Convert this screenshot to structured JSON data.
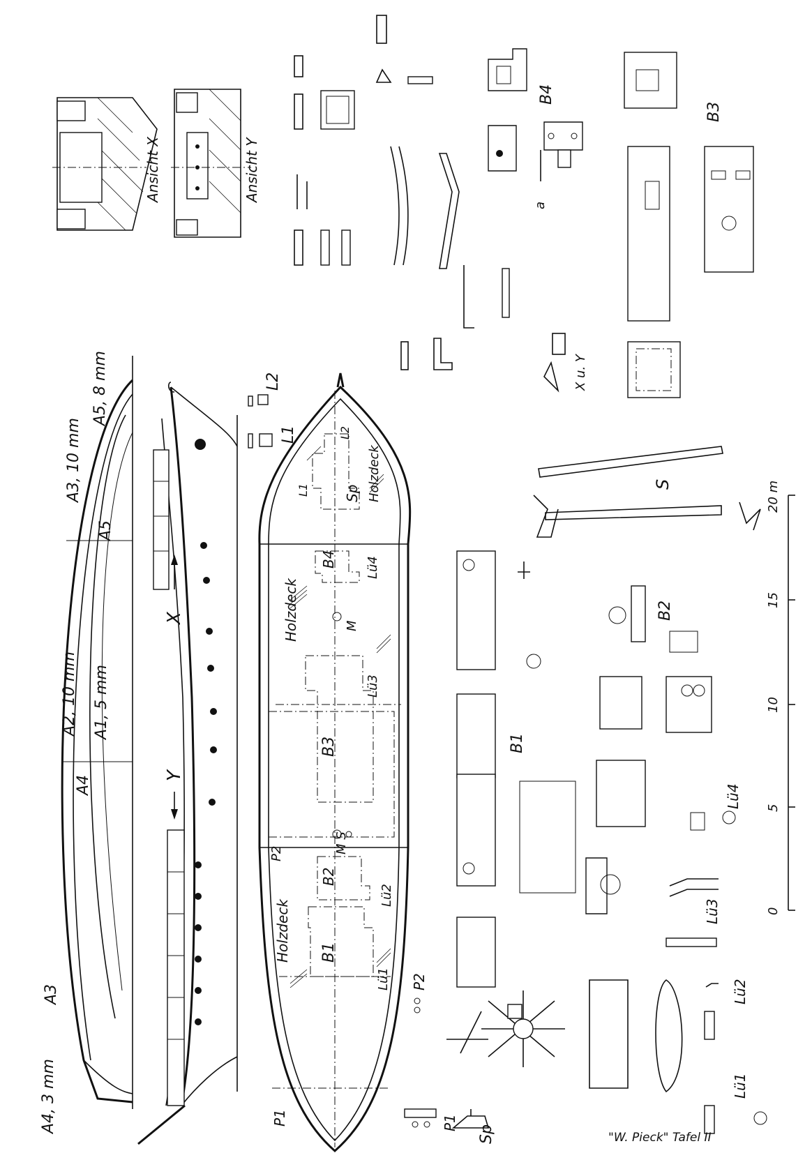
{
  "hull_labels": {
    "a4_3mm": "A4, 3 mm",
    "a3_bottom": "A3",
    "a4": "A4",
    "a2_10mm": "A2, 10 mm",
    "a1_5mm": "A1, 5 mm",
    "a5": "A5",
    "a3_10mm": "A3, 10 mm",
    "a5_8mm": "A5, 8 mm"
  },
  "side_view": {
    "y_arrow": "Y",
    "x_arrow": "X"
  },
  "deck_plan": {
    "p1": "P1",
    "b1": "B1",
    "lu1": "Lü1",
    "holzdeck_1": "Holzdeck",
    "p2": "P2",
    "b2": "B2",
    "lu2": "Lü2",
    "ms": "M S",
    "b3": "B3",
    "lu3": "Lü3",
    "holzdeck_2": "Holzdeck",
    "m": "M",
    "b4": "B4",
    "lu4": "Lü4",
    "sp": "Sp",
    "holzdeck_3": "Holzdeck",
    "l1": "L1",
    "l2": "L2"
  },
  "lights": {
    "l1": "L1",
    "l2": "L2"
  },
  "sections": {
    "ansicht_x": "Ansicht X",
    "ansicht_y": "Ansicht Y"
  },
  "details": {
    "xuy": "X u. Y",
    "a_small": "a",
    "b4": "B4",
    "b3": "B3",
    "s": "S",
    "b2": "B2",
    "b1": "B1",
    "lu4": "Lü4",
    "lu3": "Lü3",
    "lu2": "Lü2",
    "lu1": "Lü1",
    "p1": "P1",
    "p2": "P2",
    "sp": "Sp"
  },
  "scale": {
    "ticks": [
      "0",
      "5",
      "10",
      "15",
      "20 m"
    ]
  },
  "footer": {
    "caption": "\"W. Pieck\" Tafel II"
  }
}
